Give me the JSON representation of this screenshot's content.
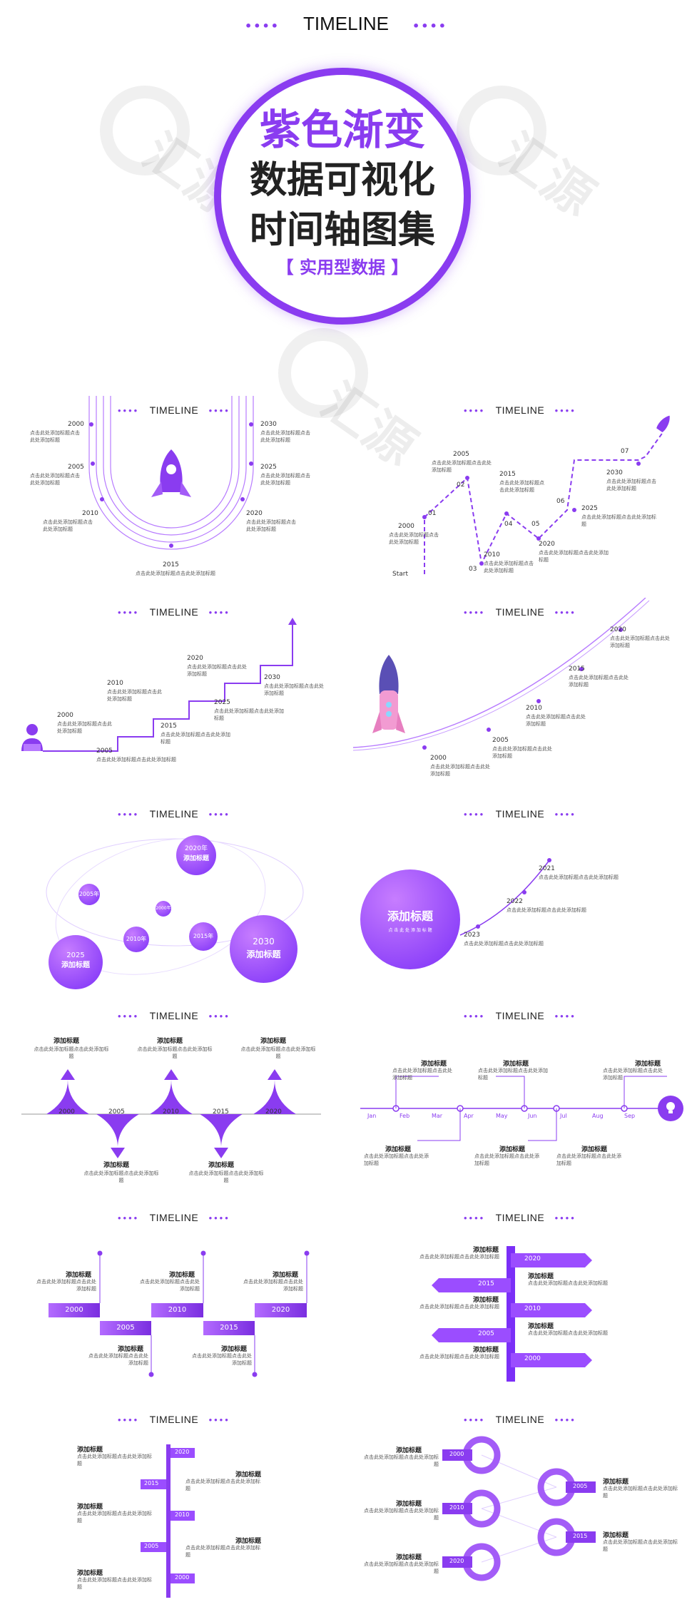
{
  "header": {
    "title": "TIMELINE",
    "dots": "••••"
  },
  "cover": {
    "line1": "紫色渐变",
    "line2": "数据可视化",
    "line3": "时间轴图集",
    "tag": "【 实用型数据 】"
  },
  "colors": {
    "accent": "#8a3cf0",
    "light": "#c892ff",
    "pink": "#f29bd2"
  },
  "watermark": {
    "text": "汇源"
  },
  "slide_title": "TIMELINE",
  "placeholder": "点击此处添加标题点击此处添加标题",
  "add_title": "添加标题",
  "s1": {
    "left": [
      {
        "year": "2000",
        "text": "点击此处添加标题点击此处添加标题"
      },
      {
        "year": "2005",
        "text": "点击此处添加标题点击此处添加标题"
      },
      {
        "year": "2010",
        "text": "点击此处添加标题点击此处添加标题"
      }
    ],
    "right": [
      {
        "year": "2030",
        "text": "点击此处添加标题点击此处添加标题"
      },
      {
        "year": "2025",
        "text": "点击此处添加标题点击此处添加标题"
      },
      {
        "year": "2020",
        "text": "点击此处添加标题点击此处添加标题"
      }
    ],
    "bottom": {
      "year": "2015",
      "text": "点击此处添加标题点击此处添加标题"
    }
  },
  "s2": {
    "points": [
      {
        "n": "01",
        "year": "2000"
      },
      {
        "n": "02",
        "year": "2005"
      },
      {
        "n": "03",
        "year": "2010"
      },
      {
        "n": "04",
        "year": "2015"
      },
      {
        "n": "05",
        "year": "2020"
      },
      {
        "n": "06",
        "year": "2025"
      },
      {
        "n": "07",
        "year": "2030"
      }
    ],
    "start": "Start"
  },
  "s3": {
    "labels": [
      {
        "year": "2000"
      },
      {
        "year": "2005"
      },
      {
        "year": "2010"
      },
      {
        "year": "2015"
      },
      {
        "year": "2020"
      },
      {
        "year": "2025"
      },
      {
        "year": "2030"
      }
    ]
  },
  "s4": {
    "labels": [
      {
        "year": "2000"
      },
      {
        "year": "2005"
      },
      {
        "year": "2010"
      },
      {
        "year": "2015"
      },
      {
        "year": "2020"
      }
    ]
  },
  "s5": {
    "b1": "2020年",
    "b2": "2005年",
    "b3": "2000年",
    "b4": "2010年",
    "b5": "2015年",
    "b6": "2025",
    "b7": "2030"
  },
  "s6": {
    "big": "添加标题",
    "sub": "点 击 此 处 添 加 标 题",
    "items": [
      {
        "year": "2021"
      },
      {
        "year": "2022"
      },
      {
        "year": "2023"
      }
    ]
  },
  "s7": {
    "years": [
      "2000",
      "2005",
      "2010",
      "2015",
      "2020"
    ]
  },
  "s8": {
    "months": [
      "Jan",
      "Feb",
      "Mar",
      "Apr",
      "May",
      "Jun",
      "Jul",
      "Aug",
      "Sep"
    ]
  },
  "s9": {
    "years": [
      "2000",
      "2005",
      "2010",
      "2015",
      "2020"
    ]
  },
  "s10": {
    "years": [
      "2020",
      "2015",
      "2010",
      "2005",
      "2000"
    ]
  },
  "s11": {
    "years": [
      "2020",
      "2015",
      "2010",
      "2005",
      "2000"
    ]
  },
  "s12": {
    "years": [
      "2000",
      "2005",
      "2010",
      "2015",
      "2020"
    ]
  }
}
